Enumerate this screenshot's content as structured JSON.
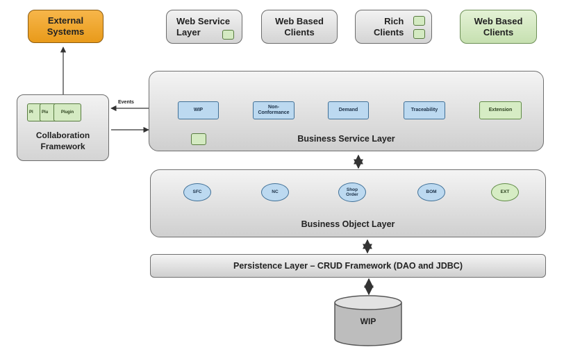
{
  "top_boxes": {
    "external_systems": "External\nSystems",
    "web_service_layer": "Web Service\nLayer",
    "web_based_clients_1": "Web Based\nClients",
    "rich_clients": "Rich\nClients",
    "web_based_clients_2": "Web Based\nClients"
  },
  "collaboration": {
    "title": "Collaboration\nFramework",
    "plugins": [
      "Pl",
      "Plu",
      "Plugin"
    ]
  },
  "events_label": "Events",
  "business_service_layer": {
    "title": "Business Service Layer",
    "services": [
      "WIP",
      "Non-\nConformance",
      "Demand",
      "Traceability",
      "Extension"
    ]
  },
  "business_object_layer": {
    "title": "Business Object Layer",
    "objects": [
      "SFC",
      "NC",
      "Shop\nOrder",
      "BOM",
      "EXT"
    ]
  },
  "persistence_layer": {
    "title": "Persistence Layer – CRUD Framework (DAO and JDBC)"
  },
  "database": {
    "label": "WIP"
  },
  "colors": {
    "external": "#f0a830",
    "extension_green": "#d4eac2",
    "service_blue": "#bcd9f0",
    "layer_gray": "#dcdcdc"
  }
}
